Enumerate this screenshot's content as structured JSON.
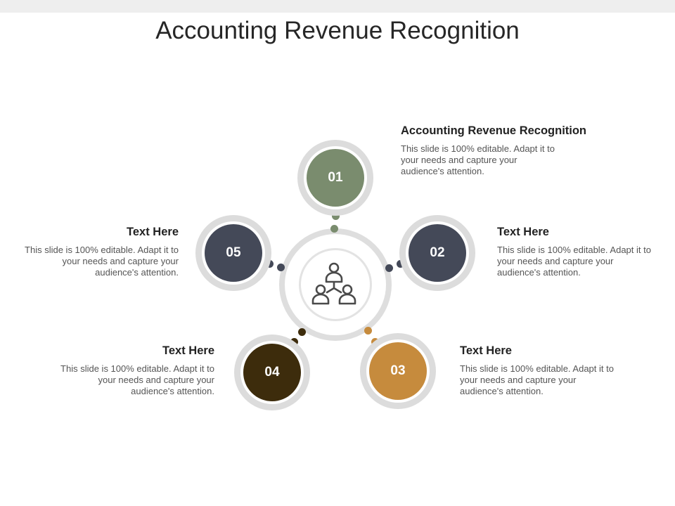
{
  "slide": {
    "title": "Accounting Revenue Recognition"
  },
  "colors": {
    "step1": "#7a8c6e",
    "step2": "#444958",
    "step3": "#c68b3d",
    "step4": "#3d2c0c",
    "step5": "#444958",
    "ring": "#dcdcdc"
  },
  "steps": [
    {
      "number": "01",
      "heading": "Accounting Revenue Recognition",
      "body": "This slide is 100% editable. Adapt it to your needs and capture your audience's attention."
    },
    {
      "number": "02",
      "heading": "Text Here",
      "body": "This slide is 100% editable. Adapt it to your needs and capture your audience's attention."
    },
    {
      "number": "03",
      "heading": "Text Here",
      "body": "This slide is 100% editable. Adapt it to your needs and capture your audience's attention."
    },
    {
      "number": "04",
      "heading": "Text Here",
      "body": "This slide is 100% editable. Adapt it to your needs and capture your audience's attention."
    },
    {
      "number": "05",
      "heading": "Text Here",
      "body": "This slide is 100% editable. Adapt it to your needs and capture your audience's attention."
    }
  ],
  "center": {
    "icon": "team-network-icon"
  }
}
